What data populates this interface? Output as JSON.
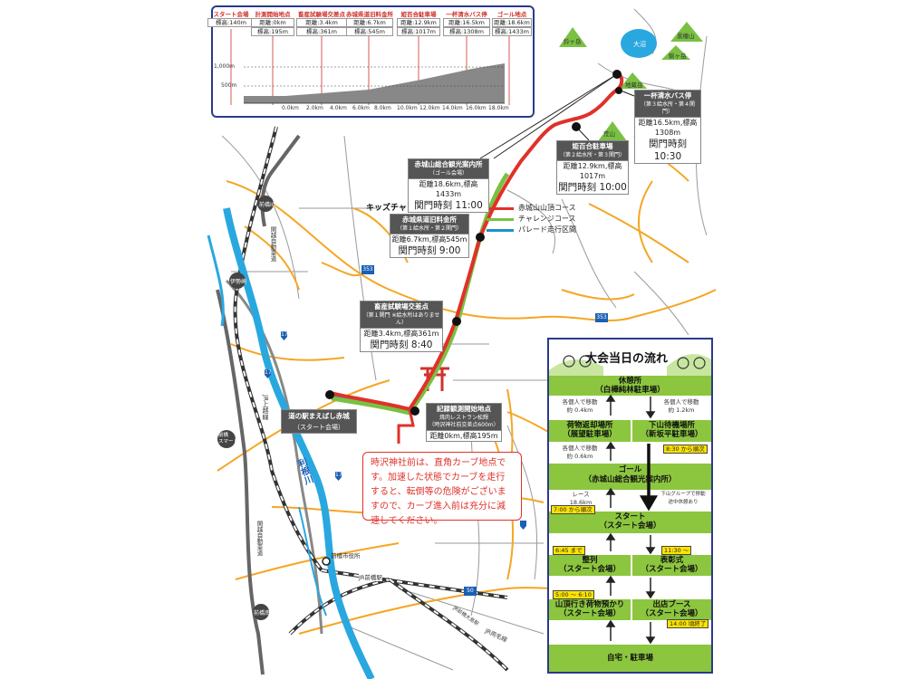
{
  "colors": {
    "red_course": "#e0312a",
    "challenge_course": "#7ac143",
    "parade": "#1a8fd1",
    "river": "#29a8e0",
    "roads": "#f5a623",
    "frame": "#2b3a8c",
    "flow_green": "#8cc63f",
    "tag_yellow": "#ffe400"
  },
  "elevation": {
    "points": [
      {
        "name": "スタート会場",
        "values": [
          "標高:140m"
        ]
      },
      {
        "name": "計測開始地点",
        "values": [
          "距離:0km",
          "標高:195m"
        ]
      },
      {
        "name": "畜産試験場交差点",
        "values": [
          "距離:3.4km",
          "標高:361m"
        ]
      },
      {
        "name": "赤城県道旧料金所",
        "values": [
          "距離:6.7km",
          "標高:545m"
        ]
      },
      {
        "name": "姫百合駐車場",
        "values": [
          "距離:12.9km",
          "標高:1017m"
        ]
      },
      {
        "name": "一杯清水バス停",
        "values": [
          "距離:16.5km",
          "標高:1308m"
        ]
      },
      {
        "name": "ゴール地点",
        "values": [
          "距離:18.6km",
          "標高:1433m"
        ]
      }
    ],
    "y_ticks": [
      "1,000m",
      "500m"
    ],
    "x_ticks": [
      "0.0km",
      "2.0km",
      "4.0km",
      "6.0km",
      "8.0km",
      "10.0km",
      "12.0km",
      "14.0km",
      "16.0km",
      "18.0km"
    ]
  },
  "map": {
    "mountains": [
      "鈴ヶ岳",
      "黒檜山",
      "駒ヶ岳",
      "地蔵岳",
      "荒山"
    ],
    "lake": "大沼",
    "ic_labels": [
      "前橋IC",
      "伊勢崎",
      "前橋南IC",
      "前橋\nスマート"
    ],
    "highway_label": "関越自動車道",
    "highway_label_2": "関越自動車道",
    "rail_labels": [
      "JR上越線",
      "JR前橋駅",
      "JR両毛線",
      "JR前橋大島駅"
    ],
    "river": "利根川",
    "city_hall": "前橋市役所",
    "route_numbers": [
      "353",
      "353",
      "17",
      "17",
      "17",
      "50"
    ],
    "kids_goal": "キッズチャレンジコース　ゴール"
  },
  "legend": [
    {
      "label": "赤城山山頂コース"
    },
    {
      "label": "チャレンジコース"
    },
    {
      "label": "パレード走行区間"
    }
  ],
  "checkpoints": [
    {
      "title": "一杯清水バス停",
      "sub": "（第３給水所・第４関門）",
      "dist": "距離16.5km,標高1308m",
      "gate": "関門時刻 10:30"
    },
    {
      "title": "姫百合駐車場",
      "sub": "（第２給水所・第３関門）",
      "dist": "距離12.9km,標高1017m",
      "gate": "関門時刻 10:00"
    },
    {
      "title": "赤城山総合観光案内所",
      "sub": "（ゴール会場）",
      "dist": "距離18.6km,標高1433m",
      "gate": "関門時刻 11:00"
    },
    {
      "title": "赤城県道旧料金所",
      "sub": "（第１給水所・第２関門）",
      "dist": "距離6.7km,標高545m",
      "gate": "関門時刻 9:00"
    },
    {
      "title": "畜産試験場交差点",
      "sub": "（第１関門 ※給水所はありません）",
      "dist": "距離3.4km,標高361m",
      "gate": "関門時刻 8:40"
    },
    {
      "title": "記録観測開始地点",
      "sub": "焼肉レストラン松輝\n（時沢神社前交差点600m）",
      "dist": "距離0km,標高195m",
      "gate": ""
    },
    {
      "title": "道の駅まえばし赤城",
      "sub": "（スタート会場）",
      "dist": "",
      "gate": ""
    }
  ],
  "warning": "時沢神社前は、直角カーブ地点です。加速した状態でカーブを走行すると、転倒等の危険がございますので、カーブ進入前は充分に減速してください。",
  "flow": {
    "title": "大会当日の流れ",
    "bands": [
      "休憩所\n（白樺純林駐車場）",
      "荷物返却場所\n（展望駐車場）",
      "下山待機場所\n（新坂平駐車場）",
      "ゴール\n（赤城山総合観光案内所）",
      "スタート\n（スタート会場）",
      "整列\n（スタート会場）",
      "表彰式\n（スタート会場）",
      "山頂行き荷物預かり\n（スタート会場）",
      "出店ブース\n（スタート会場）",
      "自宅・駐車場"
    ],
    "notes": [
      "各個人で移動\n約 0.4km",
      "各個人で移動\n約 1.2km",
      "各個人で移動\n約 0.6km",
      "レース\n18.6km",
      "下山グループで移動\n途中休憩あり"
    ],
    "tags": [
      "8:30 から順次",
      "7:00 から順次",
      "6:45 まで",
      "11:30 〜",
      "5:00 〜 6:10",
      "14:00 頃終了"
    ]
  }
}
